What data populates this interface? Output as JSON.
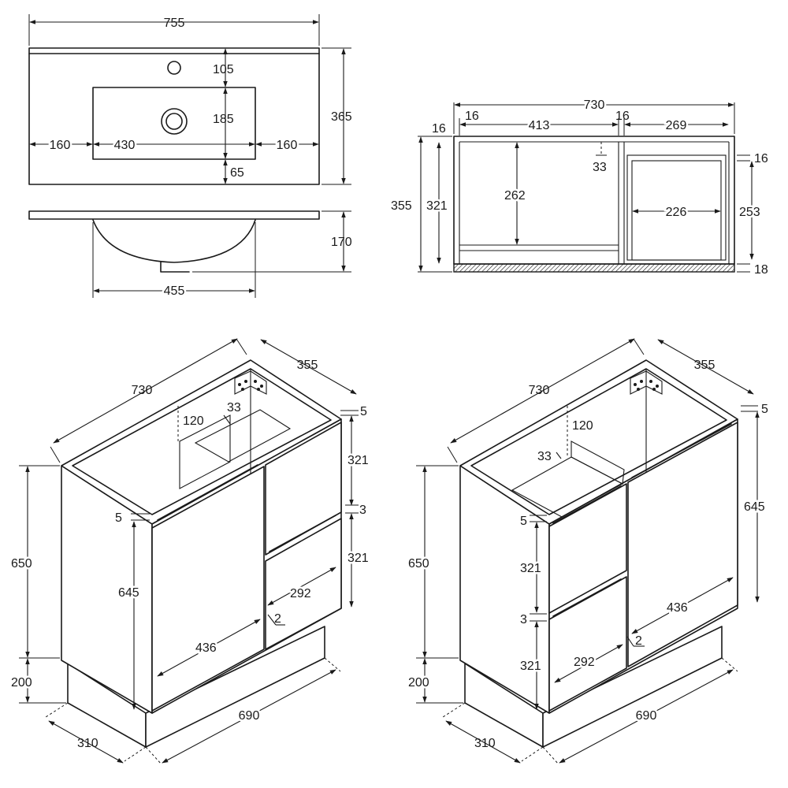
{
  "top_view": {
    "width": "755",
    "depth": "365",
    "tap_offset": "105",
    "bowl_depth": "185",
    "front_margin": "65",
    "left_margin": "160",
    "bowl_width": "430",
    "right_margin": "160"
  },
  "side_profile": {
    "bowl_height": "170",
    "bowl_span": "455"
  },
  "carcass_front": {
    "width": "730",
    "left_panel": "16",
    "left_bay": "413",
    "divider": "16",
    "right_bay": "269",
    "top_panel": "16",
    "height": "355",
    "inner_height": "321",
    "offset": "33",
    "left_opening": "262",
    "drawer_width": "226",
    "drawer_top": "16",
    "drawer_height": "253",
    "base": "18"
  },
  "iso_left": {
    "width": "730",
    "depth": "355",
    "cutout": "120",
    "cutout_offset": "33",
    "top_gap": "5",
    "drawer_upper": "321",
    "drawer_gap": "3",
    "drawer_lower": "321",
    "door_gap": "5",
    "height": "650",
    "door_height": "645",
    "drawer_width": "292",
    "side_gap": "2",
    "door_width": "436",
    "kick_height": "200",
    "kick_depth": "310",
    "kick_width": "690"
  },
  "iso_right": {
    "width": "730",
    "depth": "355",
    "cutout": "120",
    "cutout_offset": "33",
    "top_gap": "5",
    "door_height": "645",
    "drawer_gap_top": "5",
    "drawer_upper": "321",
    "drawer_gap": "3",
    "drawer_lower": "321",
    "height": "650",
    "door_width": "436",
    "side_gap": "2",
    "drawer_width": "292",
    "kick_height": "200",
    "kick_depth": "310",
    "kick_width": "690"
  }
}
